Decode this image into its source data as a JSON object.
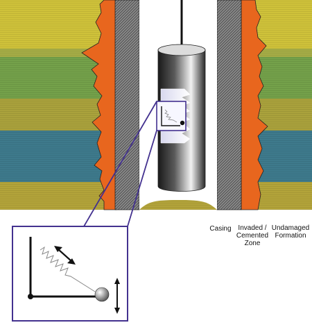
{
  "labels": {
    "casing": "Casing",
    "invaded_line1": "Invaded /",
    "invaded_line2": "Cemented",
    "invaded_line3": "Zone",
    "undamaged_line1": "Undamaged",
    "undamaged_line2": "Formation"
  },
  "colors": {
    "layer_1": "#cfc23a",
    "layer_2": "#d6c936",
    "layer_3": "#74a14a",
    "layer_4": "#aaa23c",
    "layer_5": "#3e7a8c",
    "layer_6": "#b3a43a",
    "layer_7": "#c7b93a",
    "cement": "#e8661e",
    "casing_hatch": "#6a6a6a",
    "inset_frame": "#43318f",
    "tool_body": "#3a3a3a"
  }
}
